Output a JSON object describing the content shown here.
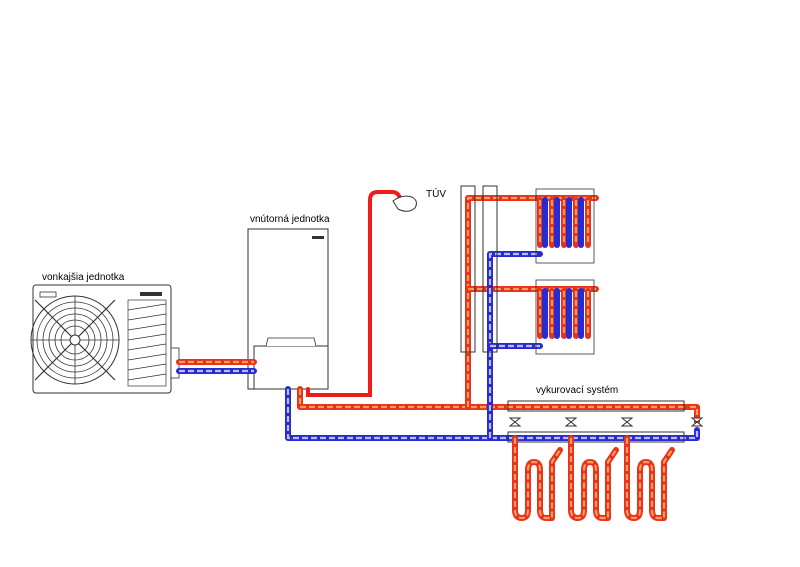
{
  "labels": {
    "outdoor_unit": "vonkajšia jednotka",
    "indoor_unit": "vnútorná jednotka",
    "dhw": "TÚV",
    "heating_system": "vykurovací systém"
  },
  "colors": {
    "supply": "#e8321e",
    "return": "#2a2ad2",
    "dhw_pipe": "#ee1b1b"
  }
}
